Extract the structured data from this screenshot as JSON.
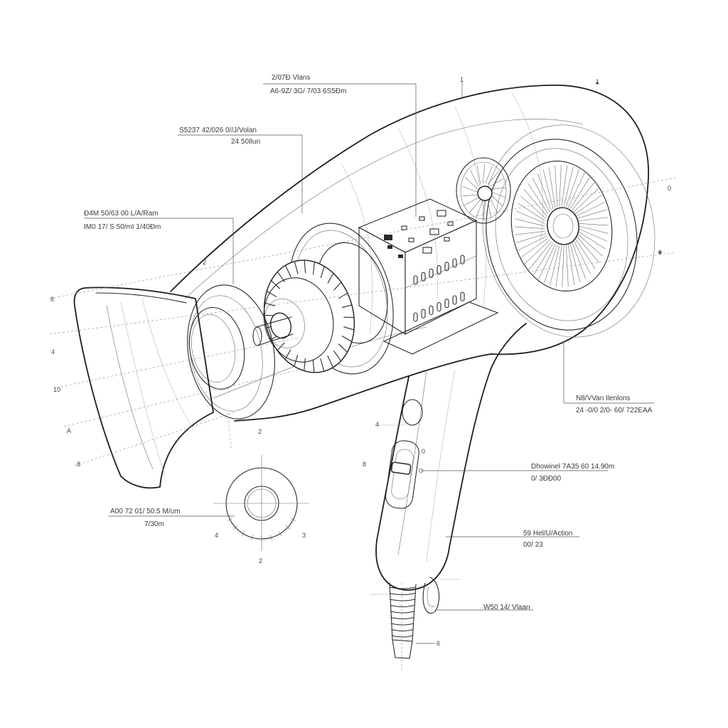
{
  "callouts": [
    {
      "line1": "2/07Ð Vlans",
      "line2": "A6-9Z/ 3G/ 7/03 6S5Ðm"
    },
    {
      "line1": "S5237 42/026 0//J/Volan",
      "line2": "24 50Ilun"
    },
    {
      "line1": "Ð4M 50/63 00 L/A/Ram",
      "line2": "IM0 17/ S 50/mI 1/40Ðm"
    },
    {
      "line1": "N8/VVan Ilenlons",
      "line2": "24 -0/0 2/0- 60/ 722EAA"
    },
    {
      "line1": "Dhowinel 7A35 60 14.90m",
      "line2": "0/ 3ÐÐ00"
    },
    {
      "line1": "A00 72 01/ 50.5 M/um",
      "line2": "7/30m"
    },
    {
      "line1": "59 Hel/U/Action",
      "line2": "00/ 23"
    },
    {
      "line1": "W50 14/ Vlaan"
    }
  ],
  "index_marks": [
    "1",
    "2",
    "2",
    "4",
    "8",
    "3",
    "2",
    "4",
    "10",
    "A",
    "8",
    "4",
    "8",
    "0",
    "6",
    "1",
    "0",
    "0"
  ]
}
